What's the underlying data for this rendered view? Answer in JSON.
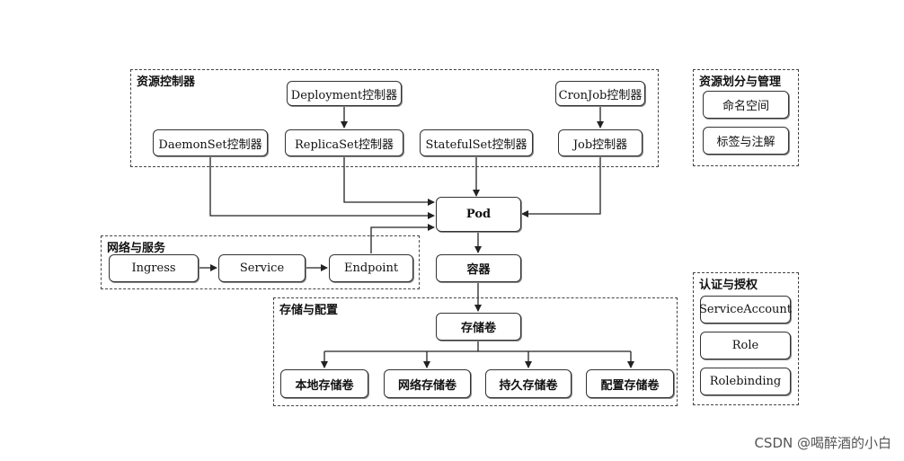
{
  "groups": {
    "resource_controllers": "资源控制器",
    "resource_partition": "资源划分与管理",
    "network_service": "网络与服务",
    "storage_config": "存储与配置",
    "auth": "认证与授权"
  },
  "nodes": {
    "deployment": "Deployment控制器",
    "cronjob": "CronJob控制器",
    "daemonset": "DaemonSet控制器",
    "replicaset": "ReplicaSet控制器",
    "statefulset": "StatefulSet控制器",
    "job": "Job控制器",
    "namespace": "命名空间",
    "labels": "标签与注解",
    "pod": "Pod",
    "container": "容器",
    "ingress": "Ingress",
    "service": "Service",
    "endpoint": "Endpoint",
    "storage_volume": "存储卷",
    "local_volume": "本地存储卷",
    "network_volume": "网络存储卷",
    "persistent_volume": "持久存储卷",
    "config_volume": "配置存储卷",
    "service_account": "ServiceAccount",
    "role": "Role",
    "rolebinding": "Rolebinding"
  },
  "watermark": "CSDN @喝醉酒的小白"
}
